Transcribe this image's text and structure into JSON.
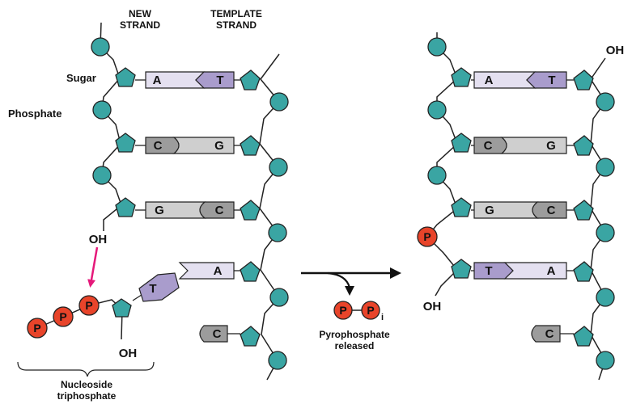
{
  "labels": {
    "new_strand": [
      "NEW",
      "STRAND"
    ],
    "template_strand": [
      "TEMPLATE",
      "STRAND"
    ],
    "sugar": "Sugar",
    "phosphate": "Phosphate",
    "oh": "OH",
    "nucleoside_triphosphate": [
      "Nucleoside",
      "triphosphate"
    ],
    "pyrophosphate_released": [
      "Pyrophosphate",
      "released"
    ],
    "phosphate_symbol": "P",
    "inorganic_subscript": "i"
  },
  "before": {
    "pairs": [
      {
        "new_base": "A",
        "template_base": "T"
      },
      {
        "new_base": "C",
        "template_base": "G"
      },
      {
        "new_base": "G",
        "template_base": "C"
      }
    ],
    "incoming_base": "T",
    "template_next_bases": [
      "A",
      "C"
    ]
  },
  "after": {
    "pairs": [
      {
        "new_base": "A",
        "template_base": "T"
      },
      {
        "new_base": "C",
        "template_base": "G"
      },
      {
        "new_base": "G",
        "template_base": "C"
      },
      {
        "new_base": "T",
        "template_base": "A"
      }
    ],
    "template_next_base": "C"
  },
  "colors": {
    "backbone_teal": "#3aa5a3",
    "phosphate_red": "#e8442a",
    "arrow_magenta": "#e5197a",
    "base_light_purple": "#e4e0f0",
    "base_purple": "#a99ccc",
    "base_gray": "#cfcfcf",
    "base_dark_gray": "#9c9c9c"
  }
}
